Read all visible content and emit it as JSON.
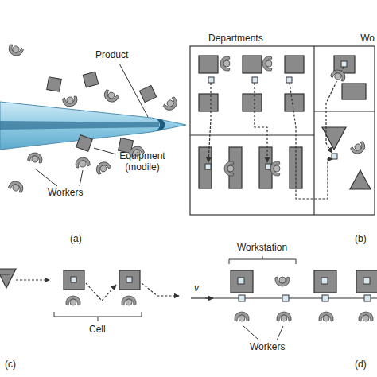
{
  "diagram": {
    "labels": [
      "Product",
      "Equipment (modile)",
      "Workers",
      "(a)",
      "Departments",
      "Wo",
      "(b)",
      "(c)",
      "Cell",
      "v",
      "Workstation",
      "Workers",
      "(d)"
    ]
  }
}
